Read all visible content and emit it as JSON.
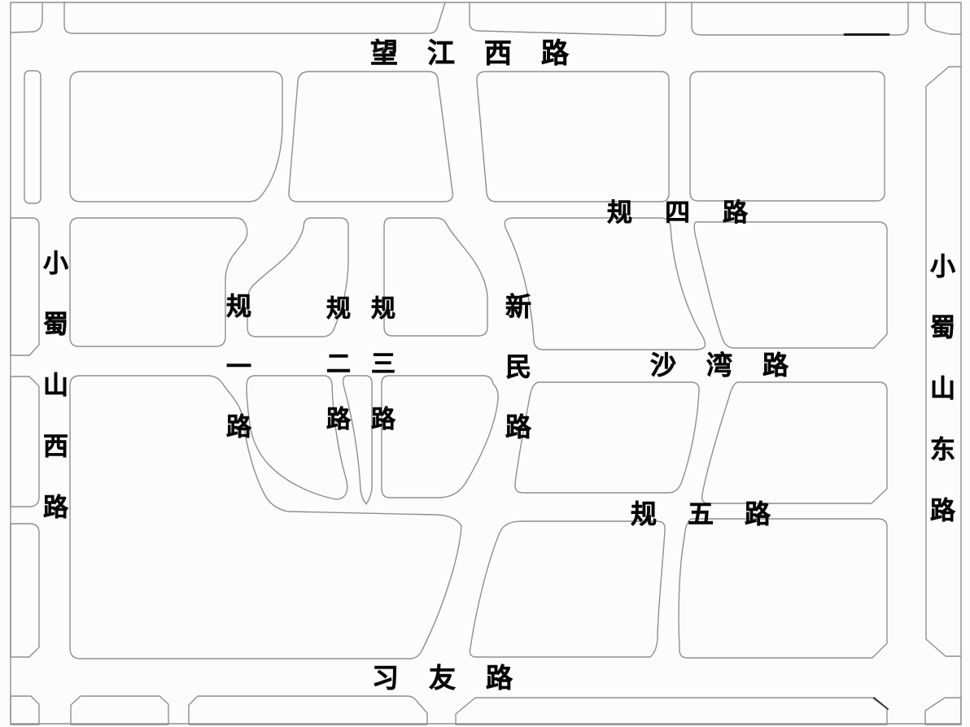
{
  "map": {
    "kind": "urban-road-planning-map",
    "colors": {
      "background": "#fcfcfc",
      "block_outline": "#8f8f8f",
      "emphasis_line": "#1a1a1a",
      "label_text": "#060606"
    },
    "roads": [
      {
        "id": "wangjiang-xi-lu",
        "label": "望江西路",
        "orientation": "horizontal"
      },
      {
        "id": "gui-si-lu",
        "label": "规四路",
        "orientation": "horizontal"
      },
      {
        "id": "sha-wan-lu",
        "label": "沙湾路",
        "orientation": "horizontal"
      },
      {
        "id": "gui-wu-lu",
        "label": "规五路",
        "orientation": "horizontal"
      },
      {
        "id": "xi-you-lu",
        "label": "习友路",
        "orientation": "horizontal"
      },
      {
        "id": "xiaoshushan-xi-lu",
        "label": "小蜀山西路",
        "orientation": "vertical"
      },
      {
        "id": "xiaoshushan-dong-lu",
        "label": "小蜀山东路",
        "orientation": "vertical"
      },
      {
        "id": "gui-yi-lu",
        "label": "规一路",
        "orientation": "vertical"
      },
      {
        "id": "gui-er-lu",
        "label": "规二路",
        "orientation": "vertical"
      },
      {
        "id": "gui-san-lu",
        "label": "规三路",
        "orientation": "vertical"
      },
      {
        "id": "xin-min-lu",
        "label": "新民路",
        "orientation": "vertical"
      }
    ]
  }
}
